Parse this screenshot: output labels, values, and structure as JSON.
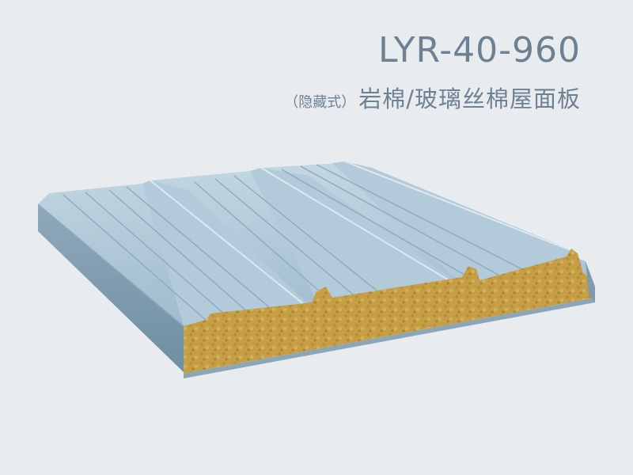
{
  "heading": {
    "model_code": "LYR-40-960",
    "subtitle_note": "（隐藏式）",
    "subtitle_main": "岩棉/玻璃丝棉屋面板"
  },
  "colors": {
    "background": "#e9ecef",
    "text": "#6e8192",
    "steel": "#a9c3d3",
    "core": "#c7a048"
  },
  "product_image": {
    "subject": "roof-sandwich-panel"
  }
}
